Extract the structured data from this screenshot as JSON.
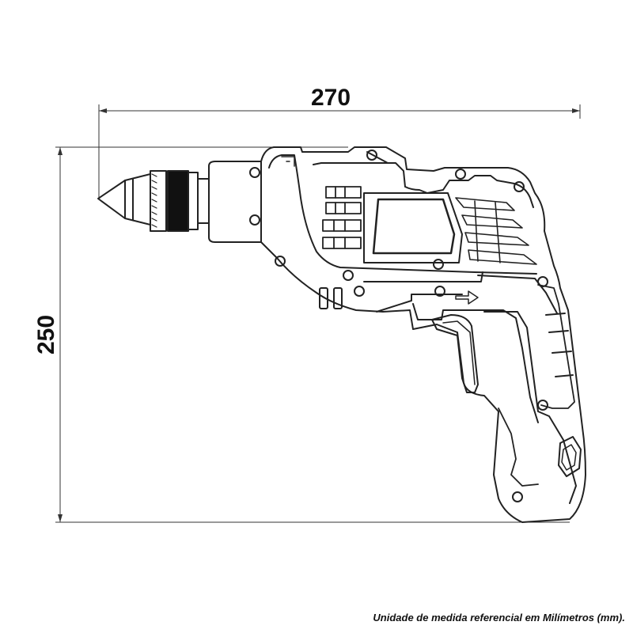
{
  "dimensions": {
    "width": {
      "value": "270",
      "unit": "mm"
    },
    "height": {
      "value": "250",
      "unit": "mm"
    }
  },
  "footnote": "Unidade de medida referencial em Milímetros (mm).",
  "colors": {
    "line": "#222222",
    "background": "#ffffff",
    "chuck_band": "#111111"
  }
}
